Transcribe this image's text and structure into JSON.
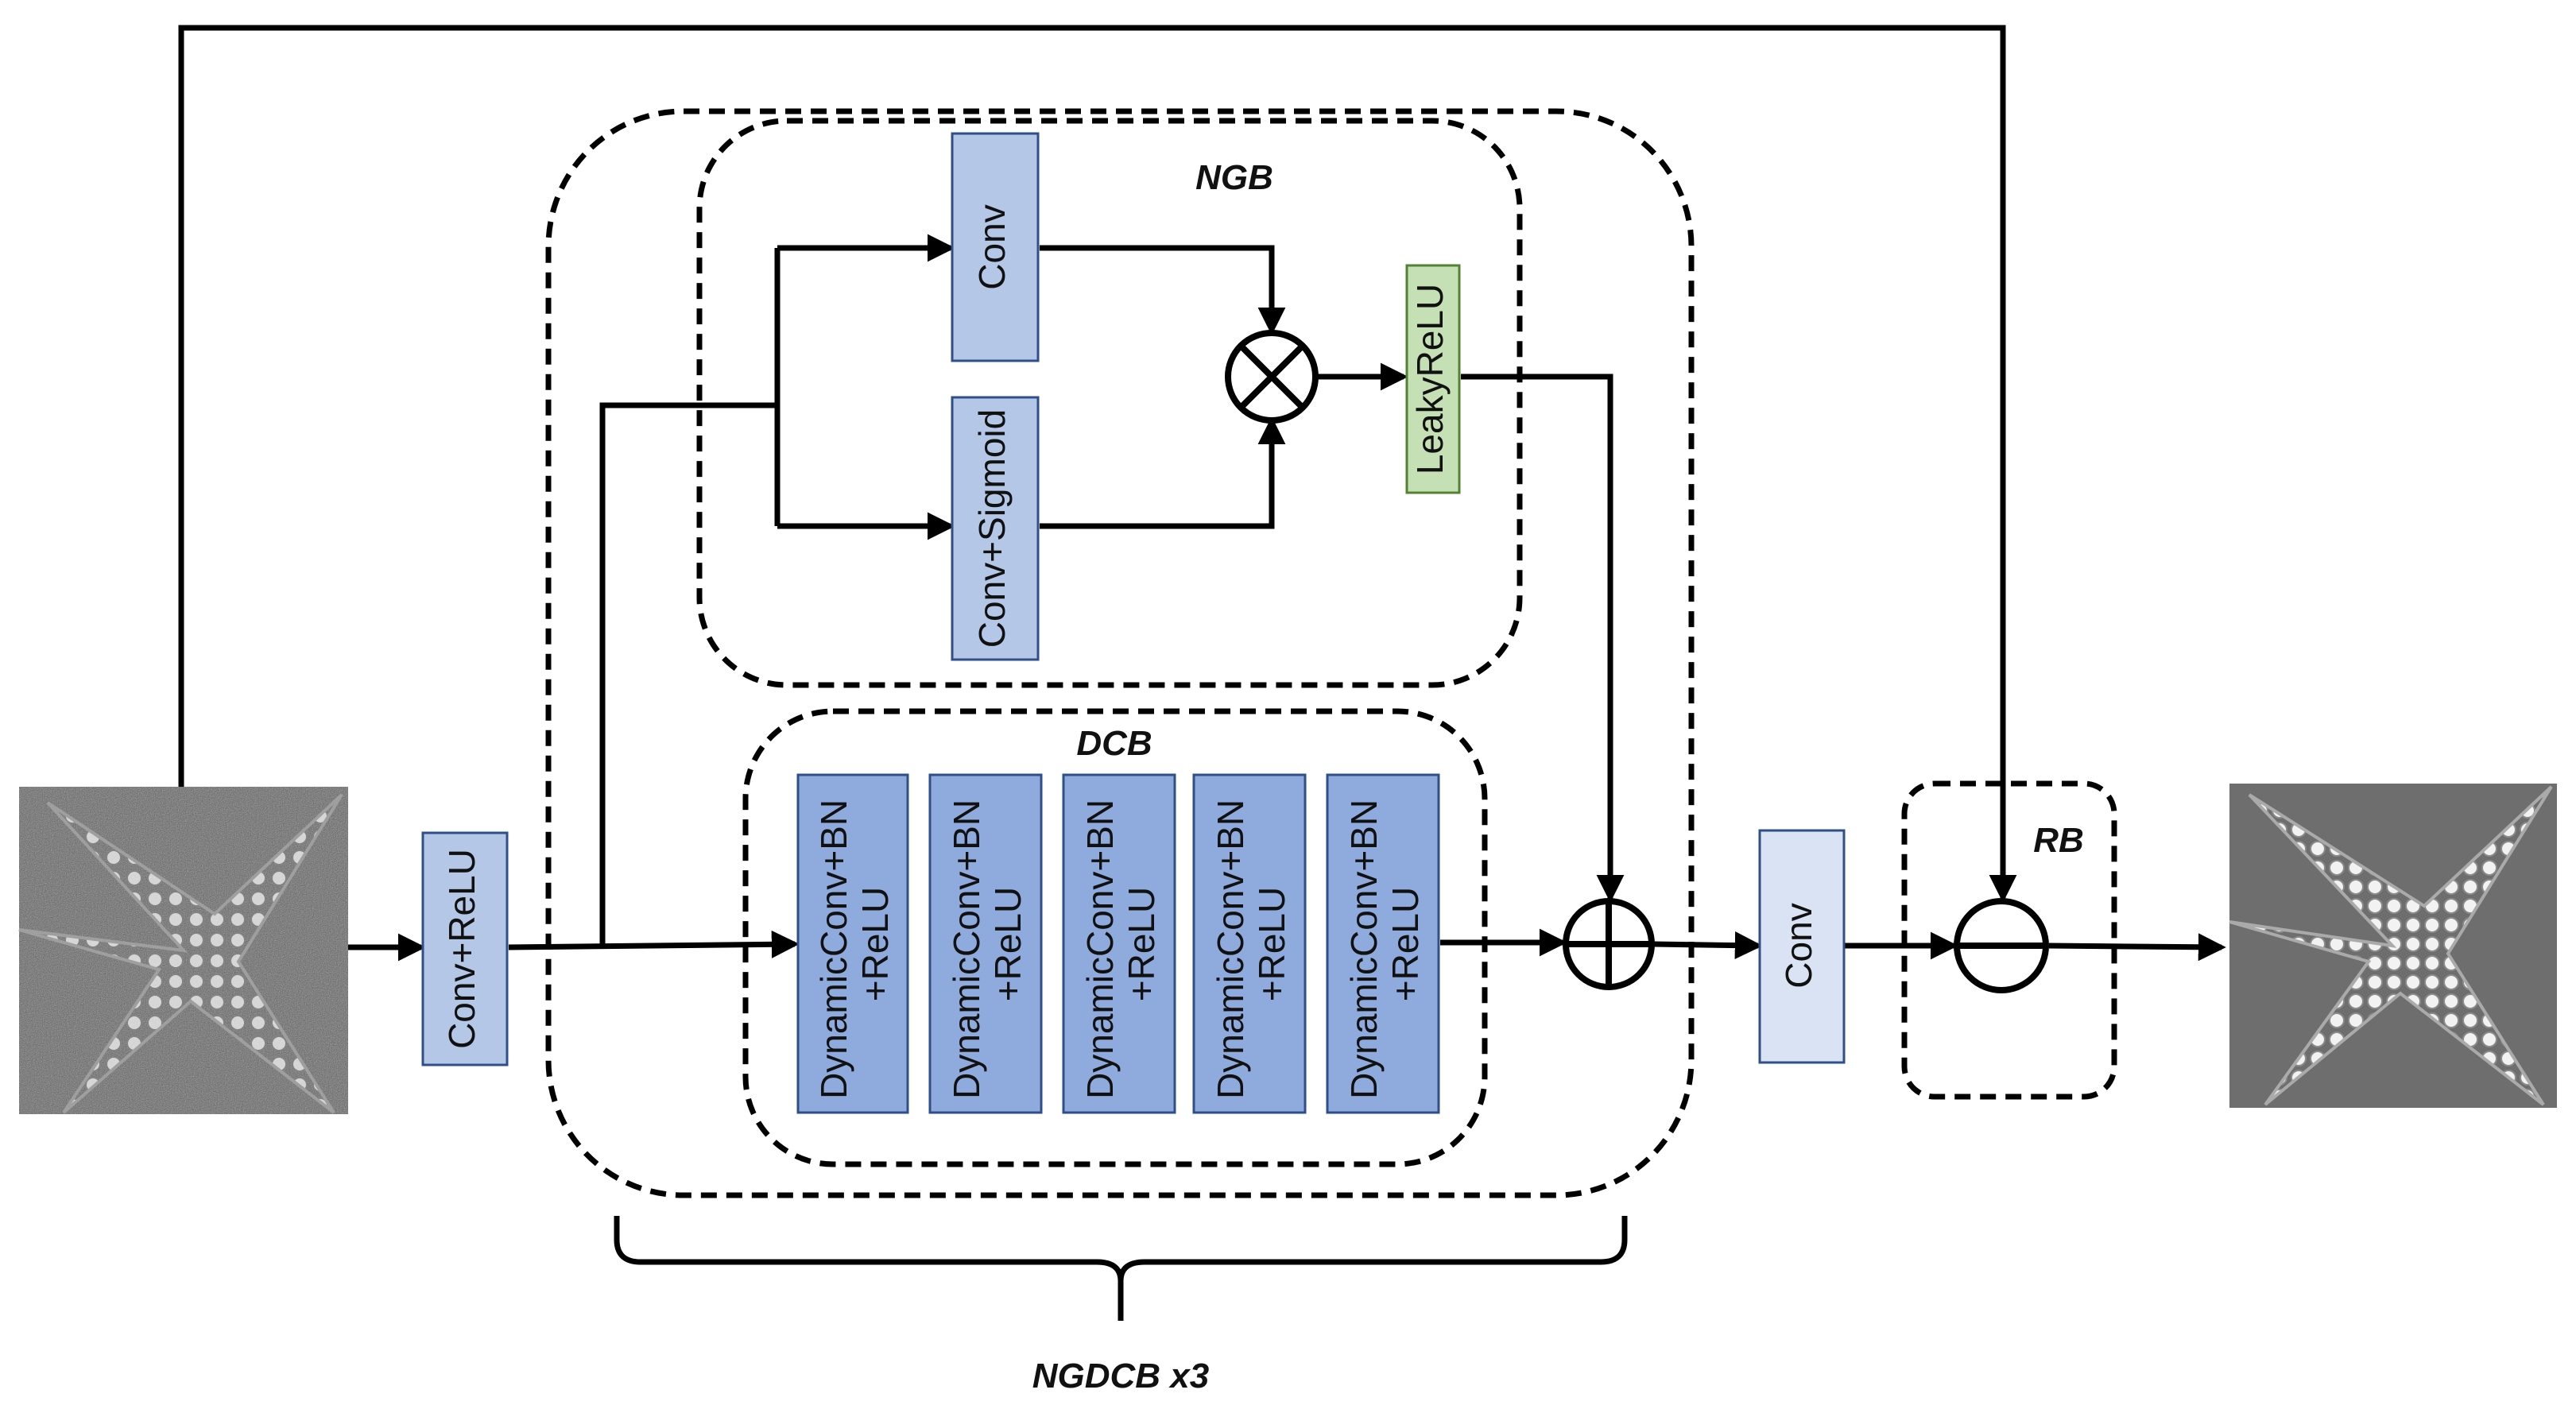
{
  "title": "",
  "colors": {
    "conv_light": "#b4c7e7",
    "conv_output": "#dae3f3",
    "dynamic_conv": "#8faadc",
    "leaky_relu": "#c5e0b4",
    "stroke": "#000000",
    "block_border": "#2f4f8a"
  },
  "images": {
    "input": "noisy grayscale starfish image",
    "output": "denoised grayscale starfish image"
  },
  "groups": {
    "ngb": "NGB",
    "dcb": "DCB",
    "rb": "RB",
    "ngdcb": "NGDCB x3"
  },
  "blocks": {
    "conv_relu": "Conv+ReLU",
    "conv": "Conv",
    "conv_sigmoid": "Conv+Sigmoid",
    "leaky_relu": "LeakyReLU",
    "output_conv": "Conv",
    "dynamic_line1": "DynamicConv+BN",
    "dynamic_line2": "+ReLU"
  },
  "operators": {
    "multiply": "multiply",
    "add": "add",
    "subtract": "subtract"
  }
}
